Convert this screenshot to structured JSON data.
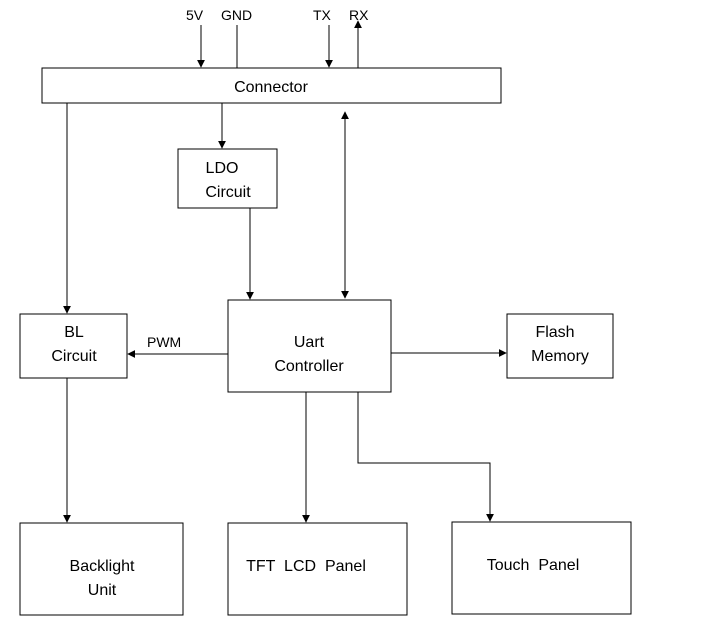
{
  "signals": {
    "v5": "5V",
    "gnd": "GND",
    "tx": "TX",
    "rx": "RX",
    "pwm": "PWM"
  },
  "blocks": {
    "connector": "Connector",
    "ldo_line1": "LDO",
    "ldo_line2": "Circuit",
    "bl_line1": "BL",
    "bl_line2": "Circuit",
    "uart_line1": "Uart",
    "uart_line2": "Controller",
    "flash_line1": "Flash",
    "flash_line2": "Memory",
    "backlight_line1": "Backlight",
    "backlight_line2": "Unit",
    "tft": "TFT  LCD  Panel",
    "touch": "Touch  Panel"
  },
  "colors": {
    "stroke": "#000000",
    "background": "#ffffff"
  }
}
